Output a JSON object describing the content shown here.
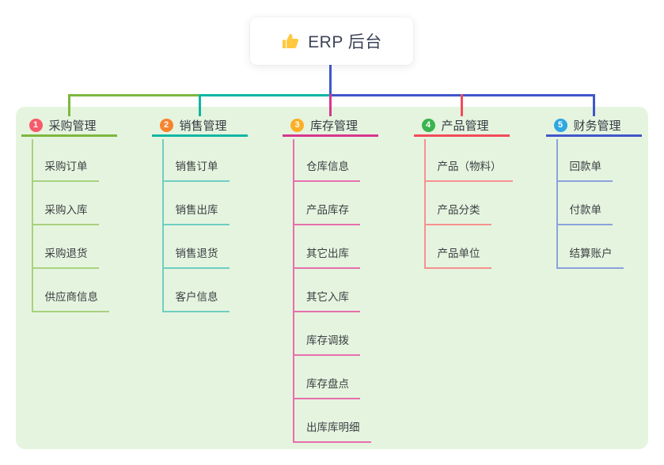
{
  "root": {
    "title": "ERP 后台",
    "icon": "thumbs-up-icon",
    "drop_color": "#4156CB"
  },
  "panel_color": "#E5F4DF",
  "branches": [
    {
      "badge": "1",
      "label": "采购管理",
      "badge_color": "#F85A6B",
      "line_color": "#7EB73F",
      "light_color": "#A9D17F",
      "items": [
        "采购订单",
        "采购入库",
        "采购退货",
        "供应商信息"
      ]
    },
    {
      "badge": "2",
      "label": "销售管理",
      "badge_color": "#F8832E",
      "line_color": "#10B6A4",
      "light_color": "#6FCEC2",
      "items": [
        "销售订单",
        "销售出库",
        "销售退货",
        "客户信息"
      ]
    },
    {
      "badge": "3",
      "label": "库存管理",
      "badge_color": "#FCAF26",
      "line_color": "#D7368C",
      "light_color": "#E76FAD",
      "items": [
        "仓库信息",
        "产品库存",
        "其它出库",
        "其它入库",
        "库存调拨",
        "库存盘点",
        "出库库明细"
      ]
    },
    {
      "badge": "4",
      "label": "产品管理",
      "badge_color": "#3CB44E",
      "line_color": "#F24B59",
      "light_color": "#F7918F",
      "items": [
        "产品（物料）",
        "产品分类",
        "产品单位"
      ]
    },
    {
      "badge": "5",
      "label": "财务管理",
      "badge_color": "#2EA7E2",
      "line_color": "#4156CB",
      "light_color": "#8BA2DC",
      "items": [
        "回款单",
        "付款单",
        "结算账户"
      ]
    }
  ]
}
